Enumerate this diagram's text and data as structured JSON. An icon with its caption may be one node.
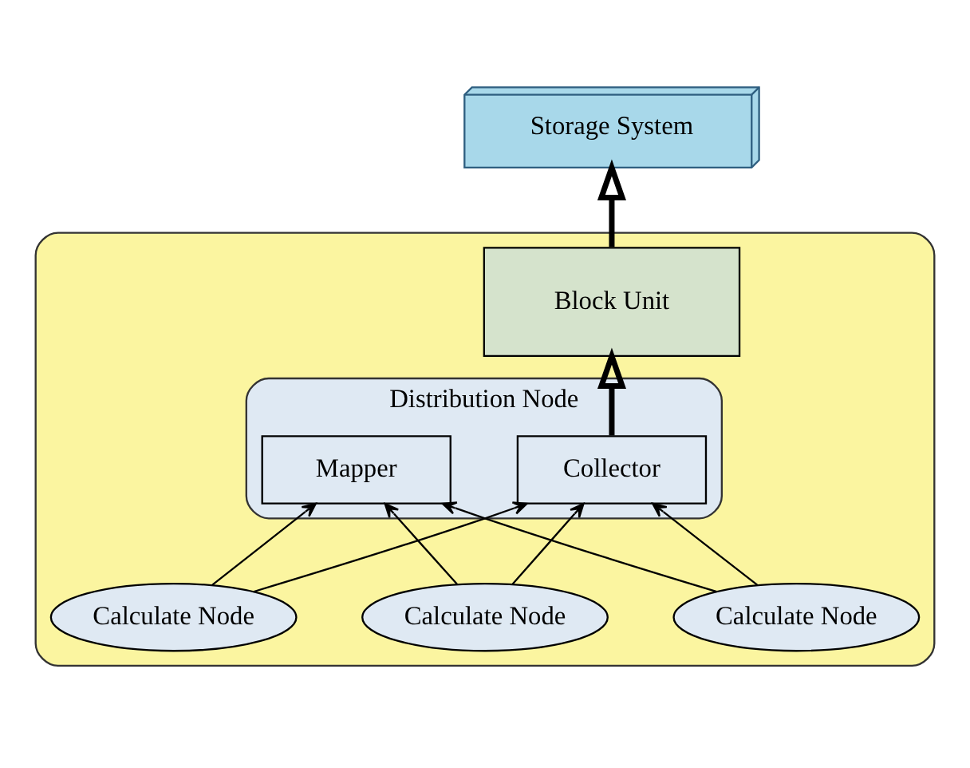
{
  "diagram": {
    "nodes": [
      {
        "text": [
          "Storage System"
        ]
      },
      {
        "text": [],
        "shape": "box"
      },
      {
        "text": [
          "Block Unit"
        ],
        "in": 1
      },
      {
        "text": [
          "Distribution Node"
        ],
        "in": 1
      },
      {
        "text": [
          "Mapper"
        ],
        "in": 3
      },
      {
        "text": [
          "Collector"
        ],
        "in": 3
      },
      {
        "text": [
          "Calculate Node"
        ],
        "in": 1
      },
      {
        "text": [
          "Calculate Node"
        ],
        "in": 1
      },
      {
        "text": [
          "Calculate Node"
        ],
        "in": 1
      }
    ],
    "edges": [
      {
        "from": 2,
        "to": 0,
        "arrow": "to",
        "style": "thick"
      },
      {
        "from": 5,
        "to": 2,
        "arrow": "to",
        "style": "thick"
      },
      {
        "from": 6,
        "to": 4,
        "arrow": "to"
      },
      {
        "from": 6,
        "to": 5,
        "arrow": "to"
      },
      {
        "from": 7,
        "to": 4,
        "arrow": "to"
      },
      {
        "from": 7,
        "to": 5,
        "arrow": "to"
      },
      {
        "from": 8,
        "to": 4,
        "arrow": "to"
      },
      {
        "from": 8,
        "to": 5,
        "arrow": "to"
      }
    ]
  }
}
